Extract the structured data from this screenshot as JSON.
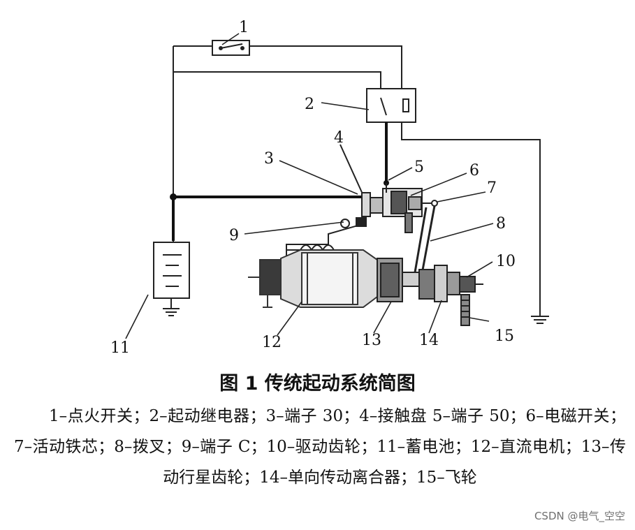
{
  "diagram": {
    "labels": [
      "1",
      "2",
      "3",
      "4",
      "5",
      "6",
      "7",
      "8",
      "9",
      "10",
      "11",
      "12",
      "13",
      "14",
      "15"
    ]
  },
  "caption": "图 1 传统起动系统简图",
  "legend": "1–点火开关；2–起动继电器；3–端子 30；4–接触盘 5–端子 50；6–电磁开关；7–活动铁芯；8–拨叉；9–端子 C；10–驱动齿轮；11–蓄电池；12–直流电机；13–传动行星齿轮；14–单向传动离合器；15–飞轮",
  "watermark": "CSDN @电气_空空"
}
